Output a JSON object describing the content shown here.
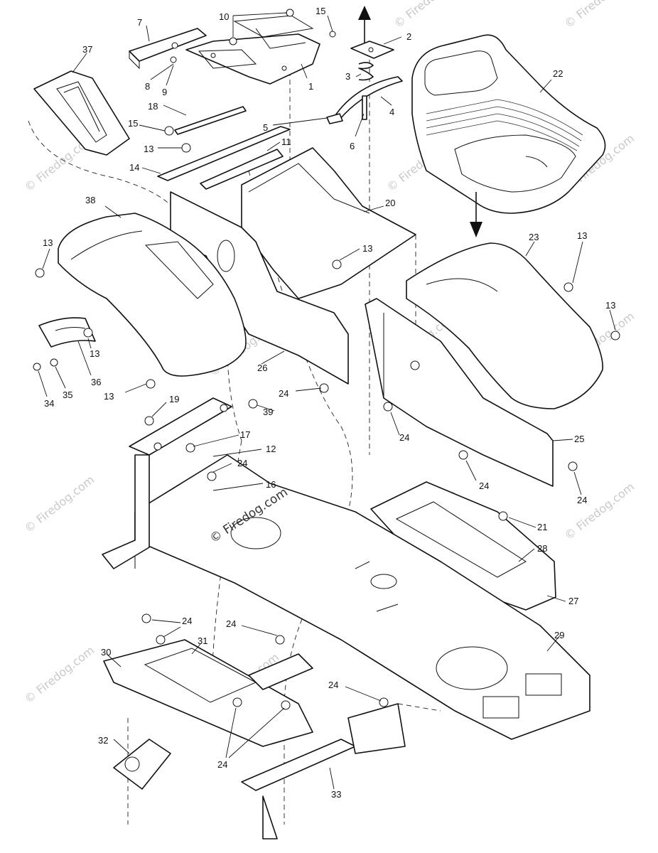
{
  "diagram": {
    "watermark": "© Firedog.com",
    "part_numbers": [
      "1",
      "2",
      "3",
      "4",
      "5",
      "6",
      "7",
      "8",
      "9",
      "10",
      "11",
      "12",
      "13",
      "14",
      "15",
      "16",
      "17",
      "18",
      "19",
      "20",
      "21",
      "22",
      "23",
      "24",
      "25",
      "26",
      "27",
      "28",
      "29",
      "30",
      "31",
      "32",
      "33",
      "34",
      "35",
      "36",
      "37",
      "38",
      "39"
    ],
    "direction_arrows": [
      "up-arrow",
      "down-arrow"
    ]
  }
}
